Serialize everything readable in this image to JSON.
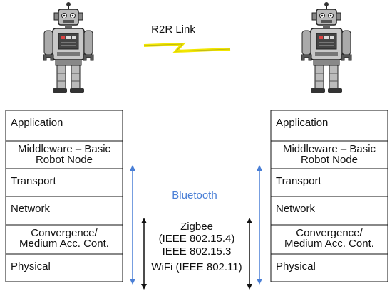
{
  "link_label": "R2R Link",
  "link_color": "#f2e600",
  "left_stack": {
    "layers": [
      [
        "Application"
      ],
      [
        "Middleware – Basic",
        "Robot Node"
      ],
      [
        "Transport"
      ],
      [
        "Network"
      ],
      [
        "Convergence/",
        "Medium Acc. Cont."
      ],
      [
        "Physical"
      ]
    ]
  },
  "right_stack": {
    "layers": [
      [
        "Application"
      ],
      [
        "Middleware – Basic",
        "Robot Node"
      ],
      [
        "Transport"
      ],
      [
        "Network"
      ],
      [
        "Convergence/",
        "Medium Acc. Cont."
      ],
      [
        "Physical"
      ]
    ]
  },
  "bluetooth": {
    "label": "Bluetooth",
    "color": "#4a7fd6"
  },
  "standards": [
    "Zigbee",
    "(IEEE 802.15.4)",
    "IEEE 802.15.3",
    "WiFi (IEEE 802.11)"
  ],
  "robot_icon": "robot-figure"
}
